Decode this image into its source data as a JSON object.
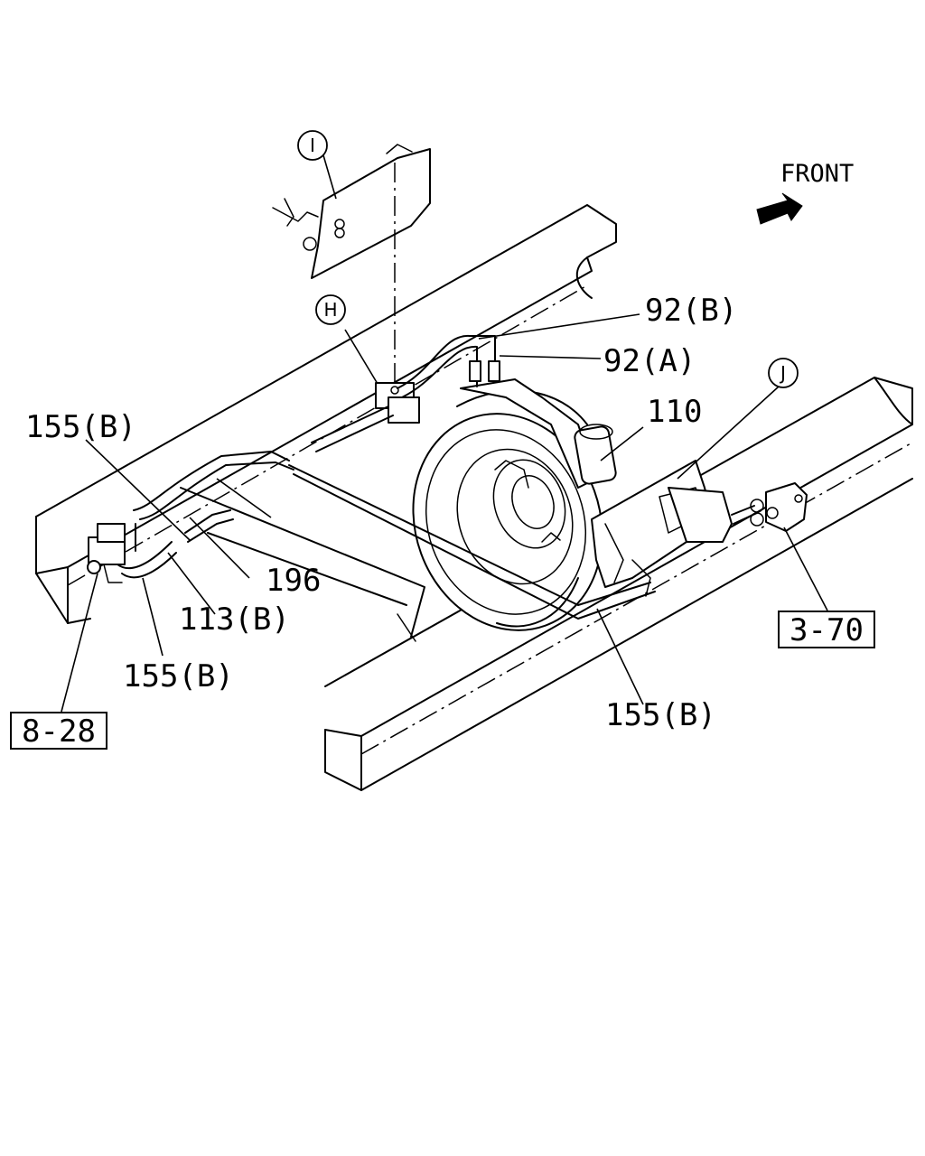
{
  "front_label": "FRONT",
  "callouts": {
    "c92b": "92(B)",
    "c92a": "92(A)",
    "c110": "110",
    "c155b_top": "155(B)",
    "c196": "196",
    "c113b": "113(B)",
    "c155b_mid": "155(B)",
    "c155b_bot": "155(B)"
  },
  "detail_markers": {
    "I": "I",
    "H": "H",
    "J": "J"
  },
  "references": {
    "r828": "8-28",
    "r370": "3-70"
  },
  "icons": {
    "front_arrow": "front-arrow-icon"
  }
}
